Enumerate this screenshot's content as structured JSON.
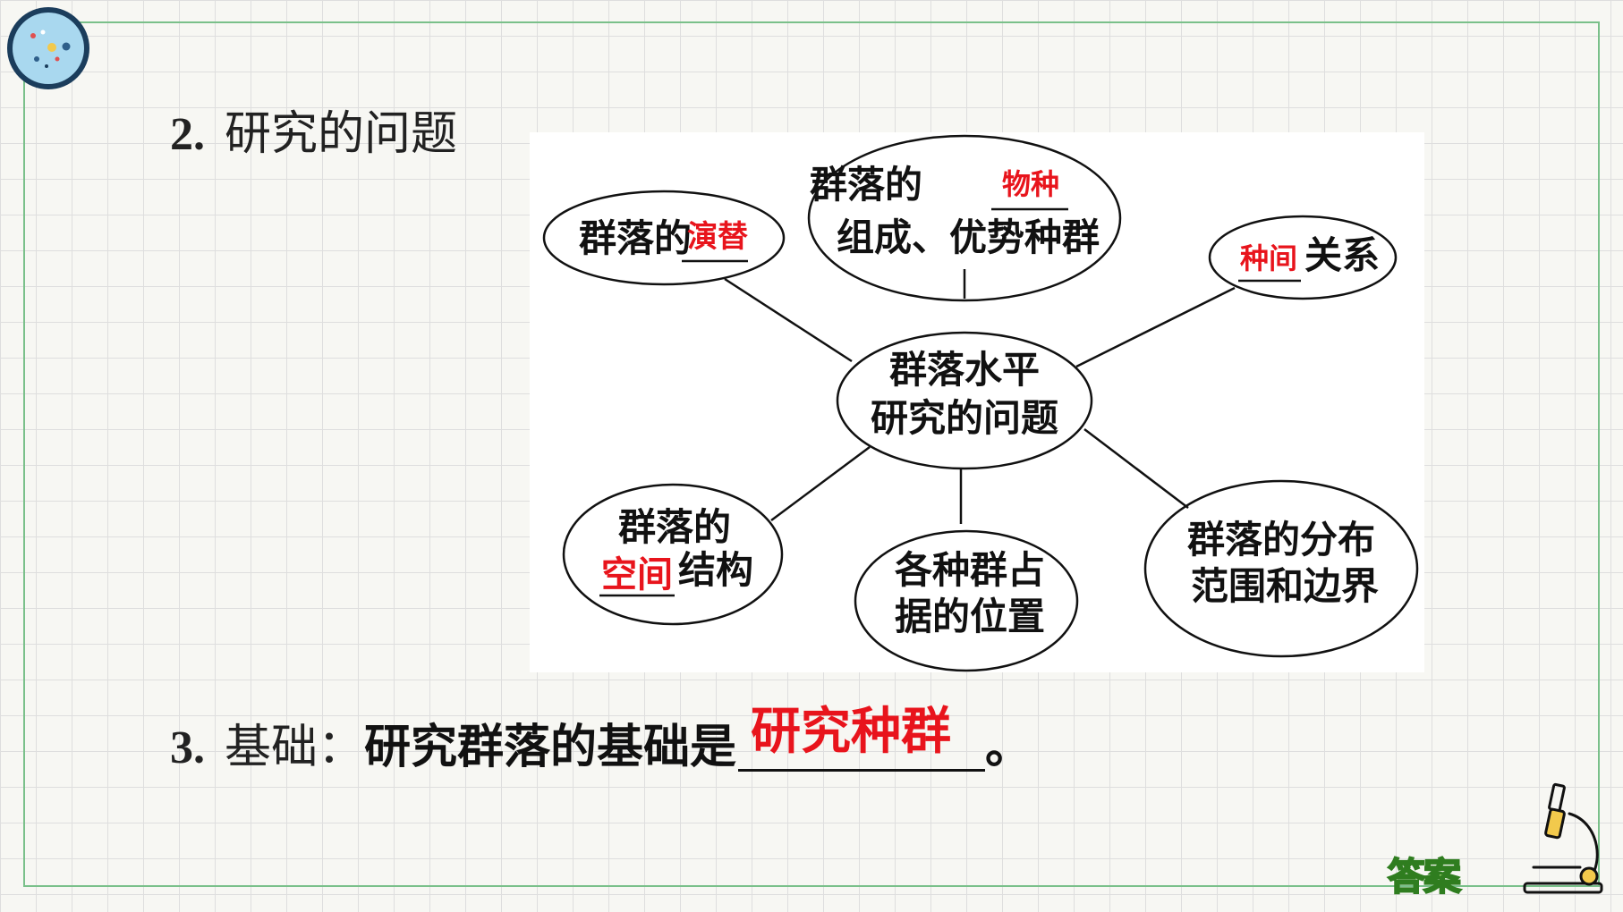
{
  "section2": {
    "num": "2.",
    "title": "研究的问题"
  },
  "diagram": {
    "center": {
      "line1": "群落水平",
      "line2": "研究的问题"
    },
    "top": {
      "line1_prefix": "群落的",
      "line1_answer": "物种",
      "line2": "组成、优势种群"
    },
    "left_top": {
      "prefix": "群落的",
      "answer": "演替"
    },
    "right_top": {
      "answer": "种间",
      "suffix": "关系"
    },
    "left_bottom": {
      "line1": "群落的",
      "answer": "空间",
      "suffix": "结构"
    },
    "bottom": {
      "line1": "各种群占",
      "line2": "据的位置"
    },
    "right_bottom": {
      "line1": "群落的分布",
      "line2": "范围和边界"
    }
  },
  "section3": {
    "num": "3.",
    "label": "基础：",
    "statement": "研究群落的基础是",
    "answer": "研究种群",
    "end": "。"
  },
  "answer_button": {
    "label": "答案"
  },
  "colors": {
    "answer_red": "#e8141c",
    "frame_green": "#7ac08a"
  }
}
